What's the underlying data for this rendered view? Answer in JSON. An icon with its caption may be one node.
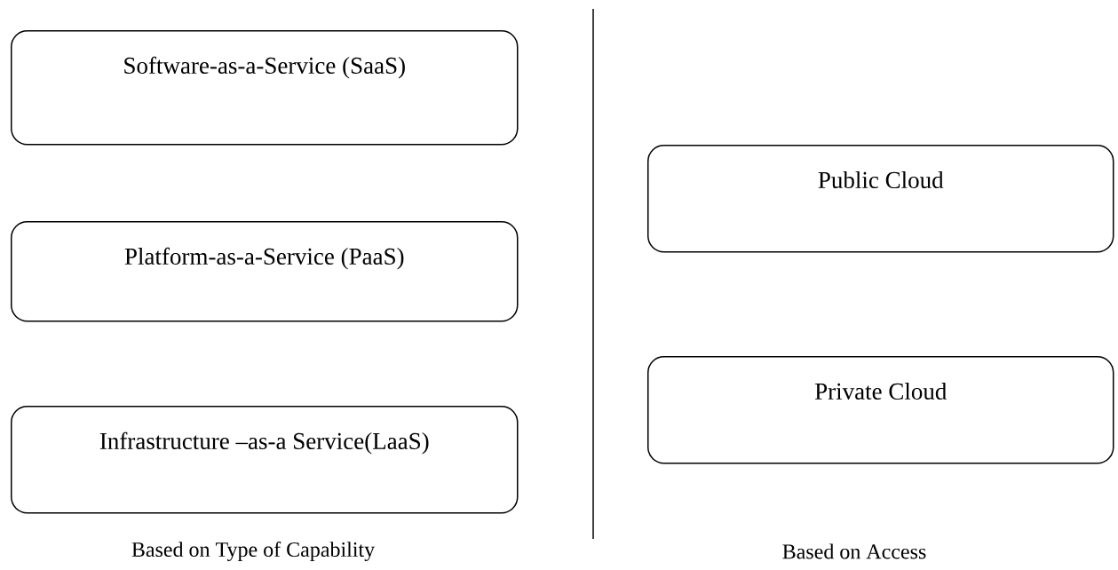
{
  "diagram": {
    "nodes": [
      {
        "text": [
          "Software-as-a-Service (SaaS)"
        ]
      },
      {
        "text": [
          "Platform-as-a-Service (PaaS)"
        ]
      },
      {
        "text": [
          "Infrastructure –as-a Service(LaaS)"
        ]
      },
      {
        "text": [
          "Public Cloud"
        ]
      },
      {
        "text": [
          "Private Cloud"
        ]
      }
    ],
    "labels": [
      "Based on Type of Capability",
      "Based on Access"
    ]
  }
}
